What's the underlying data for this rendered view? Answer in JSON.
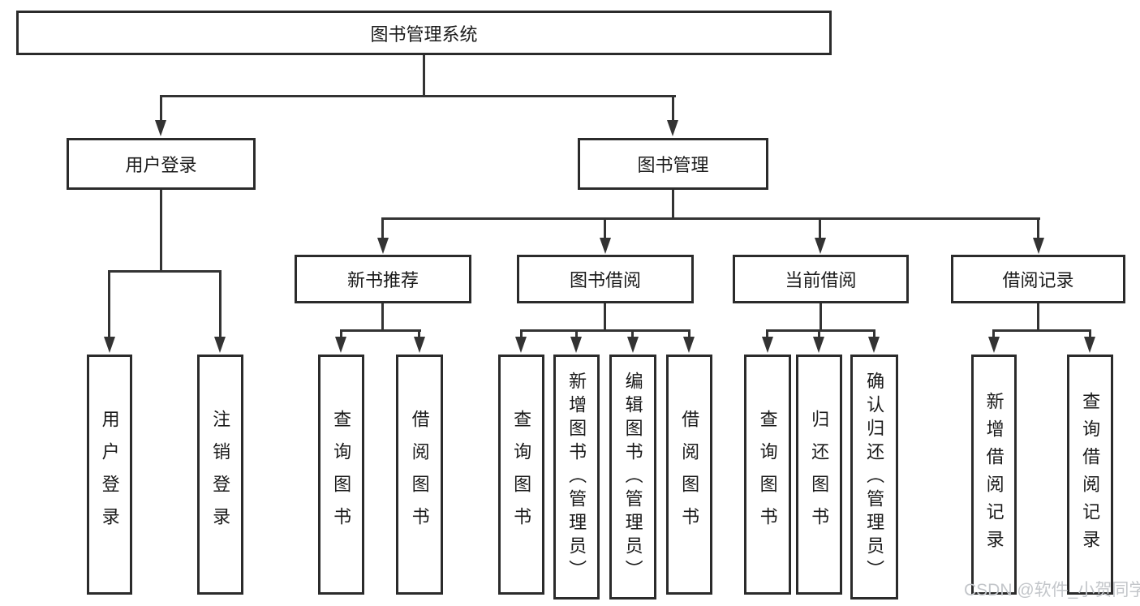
{
  "tree": {
    "root": {
      "label": "图书管理系统"
    },
    "level2": [
      {
        "label": "用户登录",
        "children": [
          {
            "label": "用户登录"
          },
          {
            "label": "注销登录"
          }
        ]
      },
      {
        "label": "图书管理",
        "sections": [
          {
            "label": "新书推荐",
            "children": [
              {
                "label": "查询图书"
              },
              {
                "label": "借阅图书"
              }
            ]
          },
          {
            "label": "图书借阅",
            "children": [
              {
                "label": "查询图书"
              },
              {
                "label": "新增图书（管理员）"
              },
              {
                "label": "编辑图书（管理员）"
              },
              {
                "label": "借阅图书"
              }
            ]
          },
          {
            "label": "当前借阅",
            "children": [
              {
                "label": "查询图书"
              },
              {
                "label": "归还图书"
              },
              {
                "label": "确认归还（管理员）"
              }
            ]
          },
          {
            "label": "借阅记录",
            "children": [
              {
                "label": "新增借阅记录"
              },
              {
                "label": "查询借阅记录"
              }
            ]
          }
        ]
      }
    ]
  },
  "watermark": {
    "text": "CSDN @软件_小贺同学"
  },
  "colors": {
    "line": "#333333",
    "box_border": "#2b2b2b",
    "box_fill": "#ffffff",
    "text": "#1a1a1a",
    "background": "#ffffff",
    "watermark": "#c3c6ca"
  }
}
